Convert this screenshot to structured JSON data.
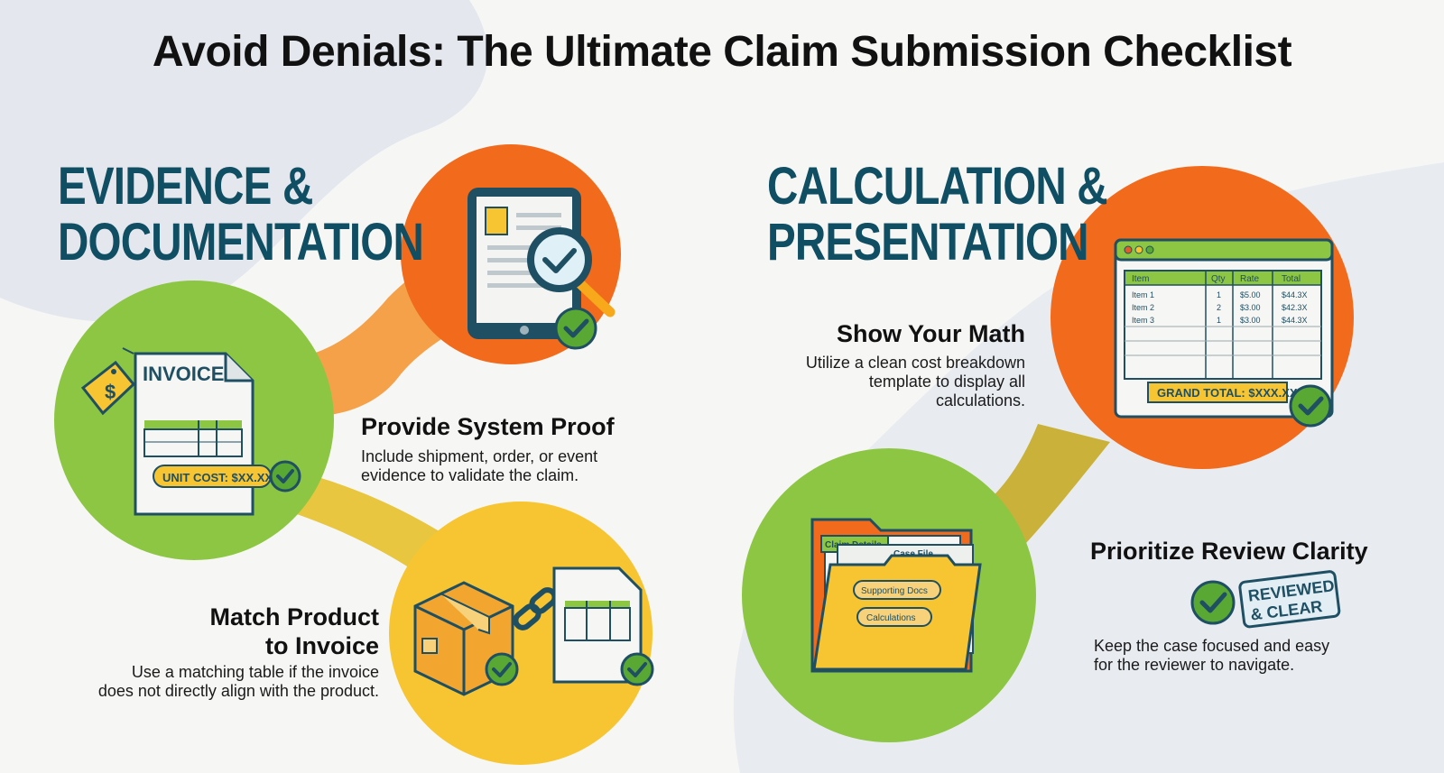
{
  "title": "Avoid Denials: The Ultimate Claim Submission Checklist",
  "sections": {
    "evidence": {
      "line1": "EVIDENCE &",
      "line2": "DOCUMENTATION"
    },
    "calculation": {
      "line1": "CALCULATION &",
      "line2": "PRESENTATION"
    }
  },
  "steps": {
    "system_proof": {
      "title": "Provide System Proof",
      "desc1": "Include shipment, order, or event",
      "desc2": "evidence to validate the claim."
    },
    "match_product": {
      "title1": "Match Product",
      "title2": "to Invoice",
      "desc1": "Use a matching table if the invoice",
      "desc2": "does not directly align with the product."
    },
    "show_math": {
      "title": "Show Your Math",
      "desc1": "Utilize a clean cost breakdown",
      "desc2": "template to display all",
      "desc3": "calculations."
    },
    "review_clarity": {
      "title": "Prioritize Review Clarity",
      "desc1": "Keep the case focused and easy",
      "desc2": "for the reviewer to navigate."
    }
  },
  "invoice_icon": {
    "heading": "INVOICE",
    "tag": "$",
    "unit_cost": "UNIT COST: $XX.XX"
  },
  "breakdown_table": {
    "headers": [
      "Item",
      "Qty",
      "Rate",
      "Total"
    ],
    "rows": [
      [
        "Item 1",
        "1",
        "$5.00",
        "$44.3X"
      ],
      [
        "Item 2",
        "2",
        "$3.00",
        "$42.3X"
      ],
      [
        "Item 3",
        "1",
        "$3.00",
        "$44.3X"
      ]
    ],
    "grand_total": "GRAND TOTAL: $XXX.XX"
  },
  "folder_icon": {
    "tab1": "Claim Details",
    "tab2": "Case File",
    "pill1": "Supporting Docs",
    "pill2": "Calculations"
  },
  "stamp": {
    "line1": "REVIEWED",
    "line2": "& CLEAR"
  },
  "colors": {
    "orange": "#f26a1b",
    "green": "#8dc642",
    "yellow": "#f7c531",
    "navy": "#0f4e63",
    "check": "#5aa834"
  }
}
